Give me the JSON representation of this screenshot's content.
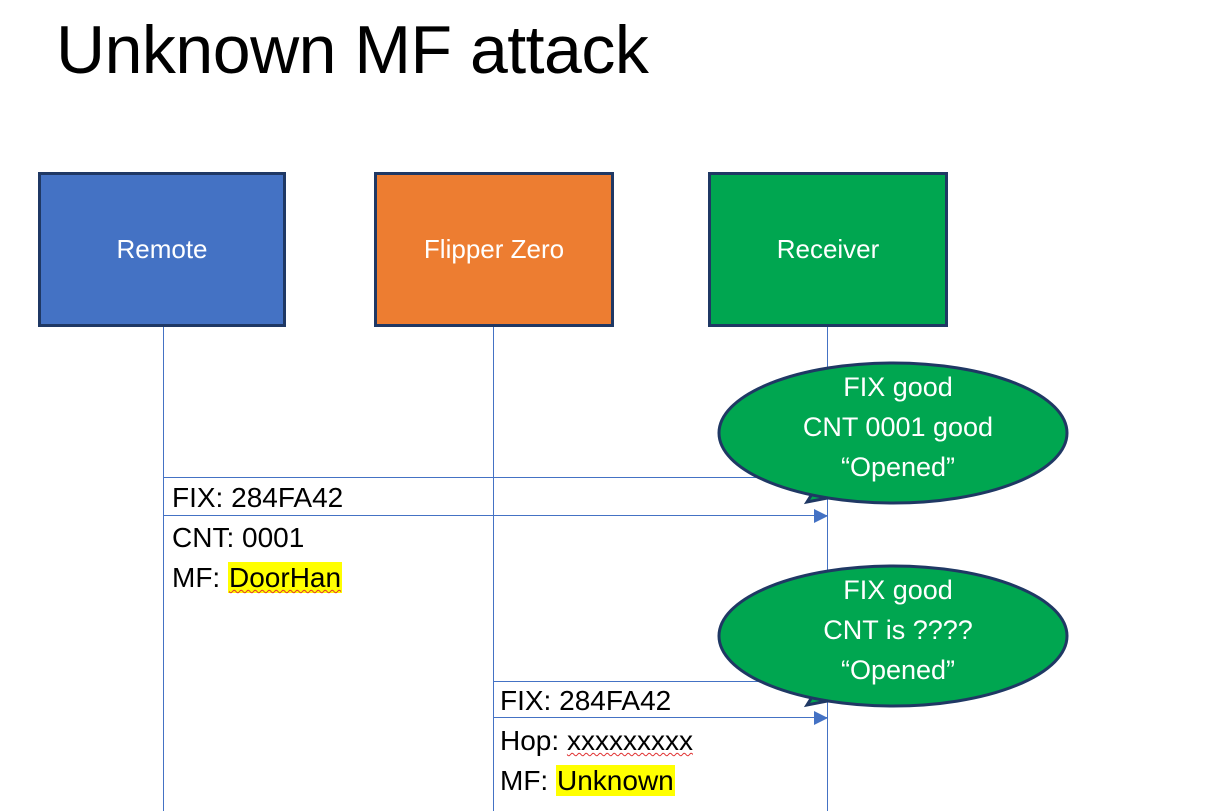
{
  "slide": {
    "title": "Unknown MF attack",
    "background_color": "#FFFFFF"
  },
  "colors": {
    "remote_fill": "#4472C4",
    "flipper_fill": "#ED7D31",
    "receiver_fill": "#00A650",
    "box_border": "#1F3864",
    "lifeline": "#4472C4",
    "arrow": "#4472C4",
    "highlight": "#FFFF00",
    "spellcheck_underline": "#E03030",
    "callout_fill": "#00A650",
    "callout_border": "#1F3864",
    "text": "#000000",
    "box_label_text": "#FFFFFF"
  },
  "actors": [
    {
      "id": "remote",
      "label": "Remote"
    },
    {
      "id": "flipper",
      "label": "Flipper Zero"
    },
    {
      "id": "receiver",
      "label": "Receiver"
    }
  ],
  "messages": [
    {
      "id": "msg1",
      "from": "remote",
      "to": "receiver",
      "lines": [
        {
          "prefix": "FIX: ",
          "value": "284FA42",
          "highlighted": false,
          "spellcheck": false
        },
        {
          "prefix": "CNT: ",
          "value": "0001",
          "highlighted": false,
          "spellcheck": false
        },
        {
          "prefix": "MF: ",
          "value": "DoorHan",
          "highlighted": true,
          "spellcheck": true
        }
      ]
    },
    {
      "id": "msg2",
      "from": "flipper",
      "to": "receiver",
      "lines": [
        {
          "prefix": "FIX: ",
          "value": "284FA42",
          "highlighted": false,
          "spellcheck": false
        },
        {
          "prefix": "Hop: ",
          "value": "xxxxxxxxx",
          "highlighted": false,
          "spellcheck": true
        },
        {
          "prefix": "MF: ",
          "value": "Unknown",
          "highlighted": true,
          "spellcheck": false
        }
      ]
    }
  ],
  "callouts": [
    {
      "id": "callout-1",
      "attached_to": "msg1",
      "lines": [
        "FIX good",
        "CNT 0001 good",
        "“Opened”"
      ]
    },
    {
      "id": "callout-2",
      "attached_to": "msg2",
      "lines": [
        "FIX good",
        "CNT is ????",
        "“Opened”"
      ]
    }
  ]
}
